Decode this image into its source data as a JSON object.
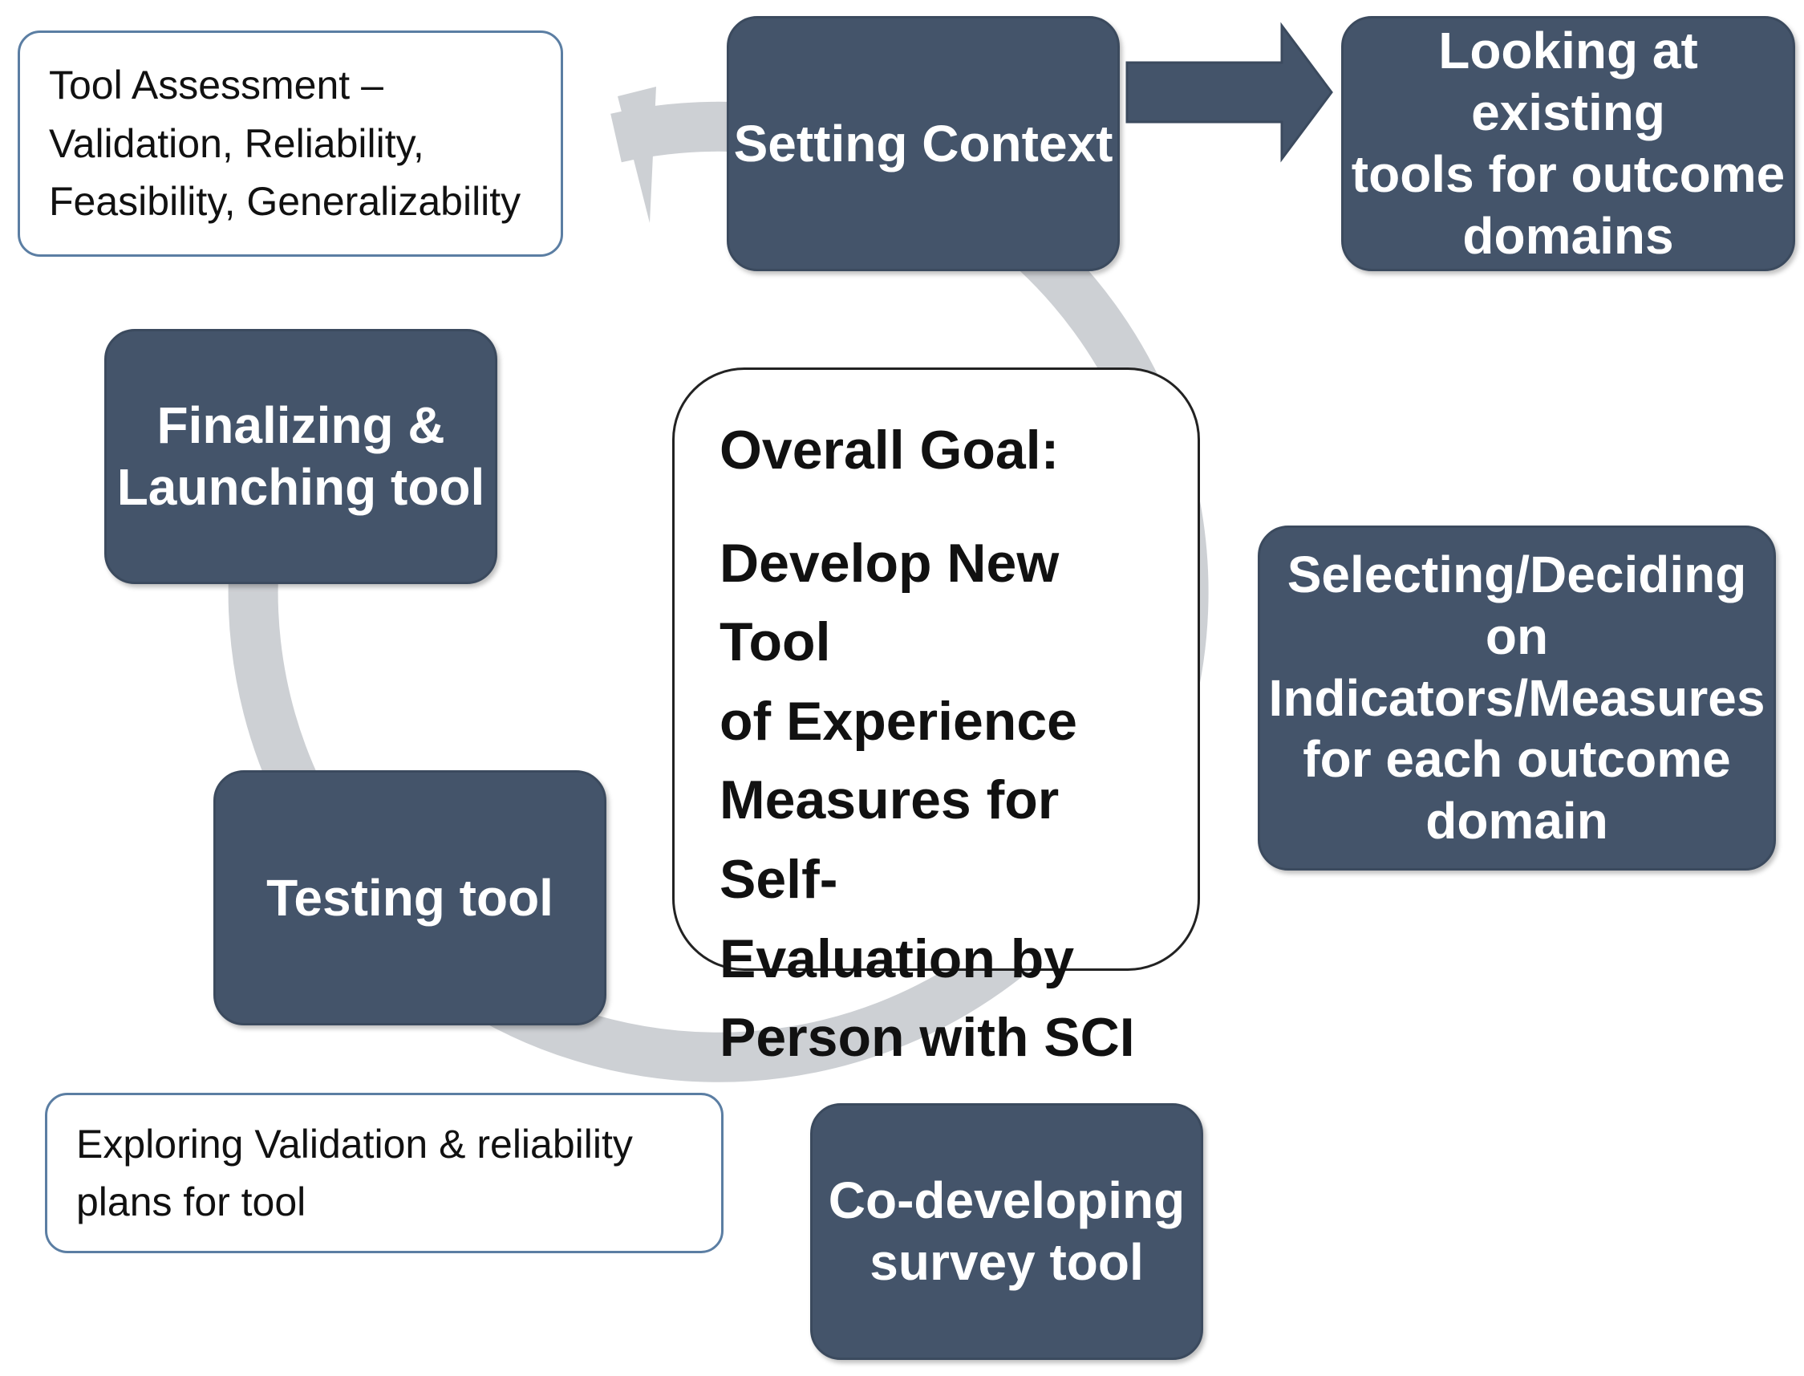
{
  "diagram": {
    "notes": {
      "tool_assessment": [
        "Tool Assessment –",
        "Validation, Reliability,",
        "Feasibility, Generalizability"
      ],
      "exploring_validation": [
        "Exploring Validation & reliability",
        "plans for tool"
      ]
    },
    "steps": {
      "setting_context": [
        "Setting Context"
      ],
      "looking_existing": [
        "Looking at existing",
        "tools for outcome",
        "domains"
      ],
      "selecting_deciding": [
        "Selecting/Deciding",
        "on",
        "Indicators/Measures",
        "for each outcome",
        "domain"
      ],
      "co_developing": [
        "Co-developing",
        "survey tool"
      ],
      "testing_tool": [
        "Testing tool"
      ],
      "finalizing": [
        "Finalizing &",
        "Launching tool"
      ]
    },
    "goal": {
      "heading": "Overall Goal:",
      "body": [
        "Develop New Tool",
        "of Experience",
        "Measures for Self-",
        "Evaluation by",
        "Person with SCI"
      ]
    },
    "colors": {
      "step_fill": "#44546a",
      "cycle_arrow": "#cdd0d4",
      "note_border": "#5b7ea3"
    }
  }
}
